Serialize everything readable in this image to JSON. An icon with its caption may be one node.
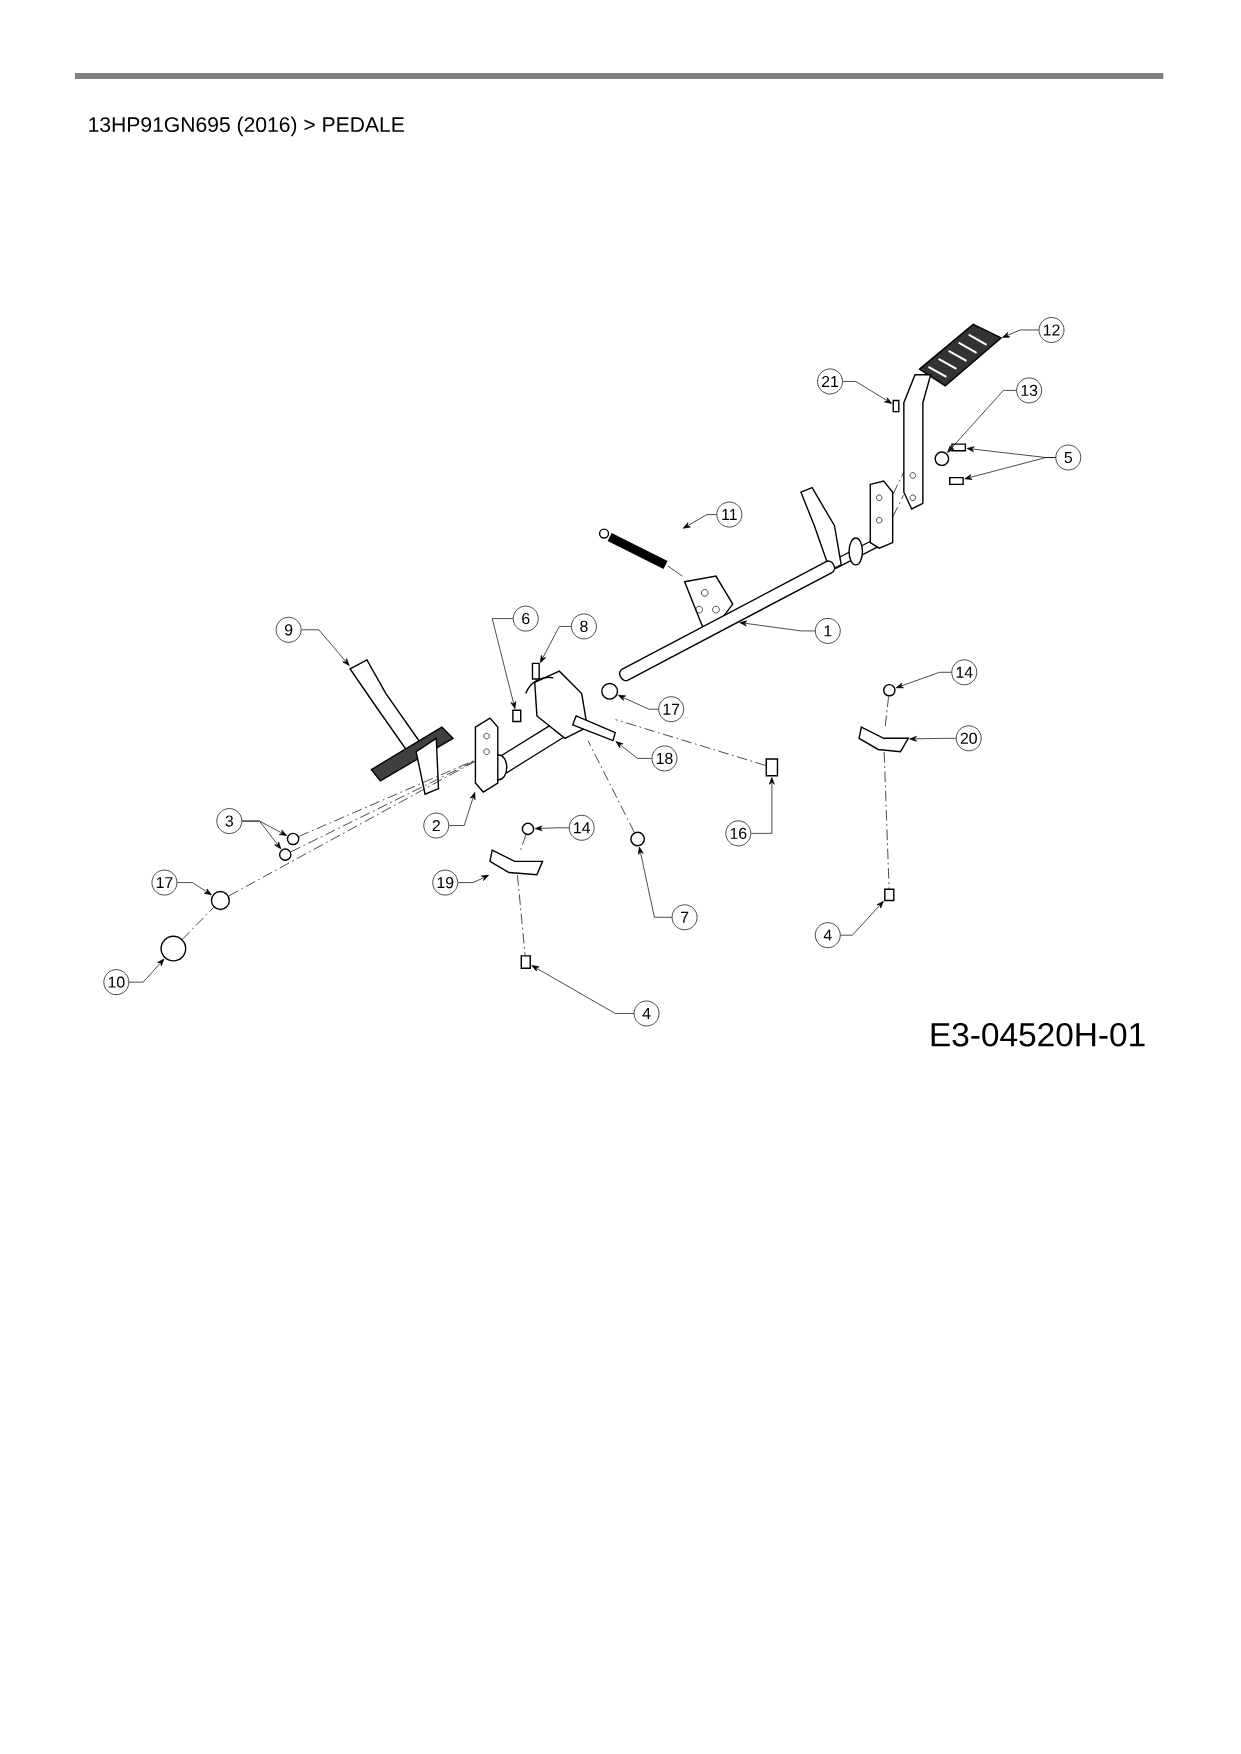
{
  "diagram": {
    "title": "13HP91GN695 (2016)  >  PEDALE",
    "nodes": [
      {
        "text": [
          "12"
        ]
      },
      {
        "text": [
          "21"
        ]
      },
      {
        "text": [
          "13"
        ]
      },
      {
        "text": [
          "5"
        ]
      },
      {
        "text": [
          "11"
        ]
      },
      {
        "text": [
          "1"
        ]
      },
      {
        "text": [
          "9"
        ]
      },
      {
        "text": [
          "6"
        ]
      },
      {
        "text": [
          "8"
        ]
      },
      {
        "text": [
          "14"
        ]
      },
      {
        "text": [
          "17"
        ]
      },
      {
        "text": [
          "20"
        ]
      },
      {
        "text": [
          "18"
        ]
      },
      {
        "text": [
          "16"
        ]
      },
      {
        "text": [
          "3"
        ]
      },
      {
        "text": [
          "2"
        ]
      },
      {
        "text": [
          "14"
        ]
      },
      {
        "text": [
          "19"
        ]
      },
      {
        "text": [
          "17"
        ]
      },
      {
        "text": [
          "7"
        ]
      },
      {
        "text": [
          "4"
        ]
      },
      {
        "text": [
          "10"
        ]
      },
      {
        "text": [
          "4"
        ]
      },
      {
        "text": [],
        "shape": "picture"
      },
      {
        "text": [],
        "shape": "box"
      },
      {
        "text": [],
        "shape": "circle"
      },
      {
        "text": [],
        "shape": "box"
      },
      {
        "text": [],
        "shape": "box"
      },
      {
        "text": [],
        "shape": "picture"
      },
      {
        "text": [],
        "shape": "bar"
      },
      {
        "text": [],
        "shape": "picture"
      },
      {
        "text": [],
        "shape": "box"
      },
      {
        "text": [],
        "shape": "box"
      },
      {
        "text": [],
        "shape": "circle"
      },
      {
        "text": [],
        "shape": "circle"
      },
      {
        "text": [],
        "shape": "picture"
      },
      {
        "text": [],
        "shape": "picture"
      },
      {
        "text": [],
        "shape": "box"
      },
      {
        "text": [],
        "shape": "circle"
      },
      {
        "text": [],
        "shape": "circle"
      },
      {
        "text": [],
        "shape": "picture"
      },
      {
        "text": [],
        "shape": "circle"
      },
      {
        "text": [],
        "shape": "picture"
      },
      {
        "text": [],
        "shape": "circle"
      },
      {
        "text": [],
        "shape": "circle"
      },
      {
        "text": [],
        "shape": "box"
      },
      {
        "text": [],
        "shape": "circle"
      },
      {
        "text": [],
        "shape": "box"
      },
      {
        "text": [],
        "shape": "picture"
      },
      {
        "text": [],
        "shape": "picture"
      }
    ],
    "edges": [
      {
        "from": 0,
        "to": 23,
        "arrow": "to"
      },
      {
        "from": 1,
        "to": 24,
        "arrow": "to"
      },
      {
        "from": 2,
        "to": 25,
        "arrow": "to"
      },
      {
        "from": 3,
        "to": 26,
        "arrow": "to"
      },
      {
        "from": 3,
        "to": 27,
        "arrow": "to"
      },
      {
        "from": 4,
        "to": 28,
        "arrow": "to"
      },
      {
        "from": 5,
        "to": 29,
        "arrow": "to"
      },
      {
        "from": 6,
        "to": 30,
        "arrow": "to"
      },
      {
        "from": 7,
        "to": 31,
        "arrow": "to"
      },
      {
        "from": 8,
        "to": 32,
        "arrow": "to"
      },
      {
        "from": 9,
        "to": 33,
        "arrow": "to"
      },
      {
        "from": 10,
        "to": 34,
        "arrow": "to"
      },
      {
        "from": 11,
        "to": 35,
        "arrow": "to"
      },
      {
        "from": 12,
        "to": 36,
        "arrow": "to"
      },
      {
        "from": 13,
        "to": 37,
        "arrow": "to"
      },
      {
        "from": 14,
        "to": 38,
        "arrow": "to"
      },
      {
        "from": 14,
        "to": 39,
        "arrow": "to"
      },
      {
        "from": 15,
        "to": 40,
        "arrow": "to"
      },
      {
        "from": 16,
        "to": 41,
        "arrow": "to"
      },
      {
        "from": 17,
        "to": 42,
        "arrow": "to"
      },
      {
        "from": 18,
        "to": 43,
        "arrow": "to"
      },
      {
        "from": 19,
        "to": 44,
        "arrow": "to"
      },
      {
        "from": 20,
        "to": 45,
        "arrow": "to"
      },
      {
        "from": 21,
        "to": 46,
        "arrow": "to"
      },
      {
        "from": 22,
        "to": 47,
        "arrow": "to"
      },
      {
        "from": 49,
        "to": 48,
        "arrow": "none",
        "style": "dashed"
      },
      {
        "from": 49,
        "to": 48,
        "arrow": "none",
        "style": "dashed"
      },
      {
        "from": 38,
        "to": 40,
        "arrow": "none",
        "style": "dashed"
      },
      {
        "from": 39,
        "to": 40,
        "arrow": "none",
        "style": "dashed"
      },
      {
        "from": 43,
        "to": 40,
        "arrow": "none",
        "style": "dashed"
      },
      {
        "from": 46,
        "to": 43,
        "arrow": "none",
        "style": "dashed"
      },
      {
        "from": 44,
        "to": 36,
        "arrow": "none",
        "style": "dashed"
      },
      {
        "from": 37,
        "to": 36,
        "arrow": "none",
        "style": "dashed"
      },
      {
        "from": 33,
        "to": 35,
        "arrow": "none",
        "style": "dashed"
      },
      {
        "from": 35,
        "to": 45,
        "arrow": "none",
        "style": "dashed"
      },
      {
        "from": 41,
        "to": 42,
        "arrow": "none",
        "style": "dashed"
      },
      {
        "from": 42,
        "to": 47,
        "arrow": "none",
        "style": "dashed"
      }
    ],
    "labels": [
      "E3-04520H-01"
    ]
  }
}
